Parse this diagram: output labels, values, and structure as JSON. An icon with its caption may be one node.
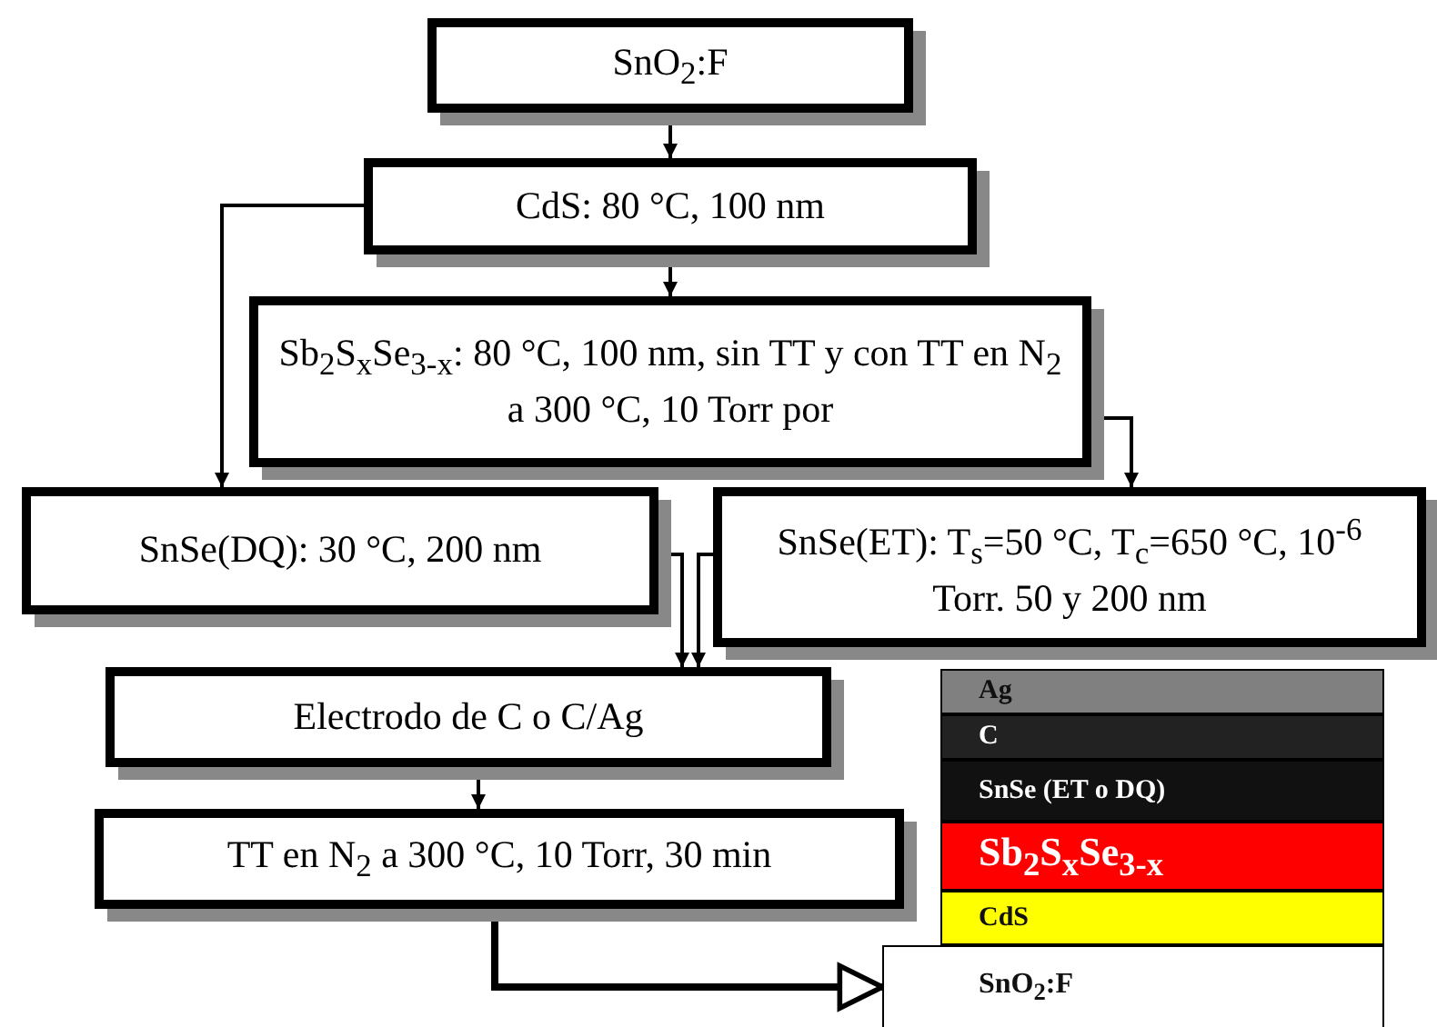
{
  "diagram": {
    "nodes": [
      {
        "text": [
          "SnO$_{2}$:F"
        ]
      },
      {
        "text": [
          "CdS: 80 °C, 100 nm"
        ]
      },
      {
        "text": [
          "Sb$_{2}$S$_{x}$Se$_{3-x}$: 80 °C, 100 nm, sin TT y con TT en N$_{2}$ a 300 °C, 10 Torr por"
        ]
      },
      {
        "text": [
          "SnSe(DQ): 30 °C, 200 nm"
        ]
      },
      {
        "text": [
          "SnSe(ET): T$_{s}$=50 °C, T$_{c}$=650 °C, 10$^{-6}$ Torr. 50 y 200 nm"
        ]
      },
      {
        "text": [
          "Electrodo de C o C/Ag"
        ]
      },
      {
        "text": [
          "TT en N$_{2}$ a 300 °C, 10 Torr, 30 min"
        ]
      },
      {
        "text": [
          "Ag"
        ]
      },
      {
        "text": [
          "C"
        ]
      },
      {
        "text": [
          "SnSe (ET o DQ)"
        ]
      },
      {
        "text": [
          "Sb$_{2}$S$_{x}$Se$_{3-x}$"
        ]
      },
      {
        "text": [
          "CdS"
        ]
      },
      {
        "text": [
          "SnO$_{2}$:F"
        ]
      }
    ],
    "edges": [
      {
        "from": 0,
        "to": 1,
        "arrow": "to"
      },
      {
        "from": 1,
        "to": 3,
        "arrow": "to"
      },
      {
        "from": 1,
        "to": 2,
        "arrow": "to"
      },
      {
        "from": 2,
        "to": 4,
        "arrow": "to"
      },
      {
        "from": 3,
        "to": 5,
        "arrow": "to"
      },
      {
        "from": 4,
        "to": 5,
        "arrow": "to"
      },
      {
        "from": 5,
        "to": 6,
        "arrow": "to"
      },
      {
        "from": 6,
        "to": 12,
        "arrow": "to",
        "style": "thick"
      }
    ]
  }
}
